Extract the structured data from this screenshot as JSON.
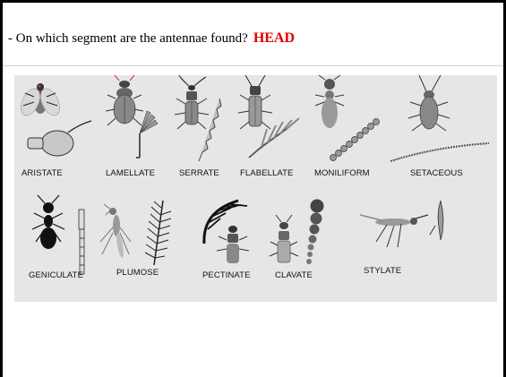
{
  "question": {
    "text": "- On which segment are the antennae found?",
    "answer": "HEAD",
    "answer_color": "#e00000"
  },
  "antenna_types": {
    "row1": [
      "ARISTATE",
      "LAMELLATE",
      "SERRATE",
      "FLABELLATE",
      "MONILIFORM",
      "SETACEOUS"
    ],
    "row2": [
      "GENICULATE",
      "PLUMOSE",
      "PECTINATE",
      "CLAVATE",
      "STYLATE"
    ]
  }
}
